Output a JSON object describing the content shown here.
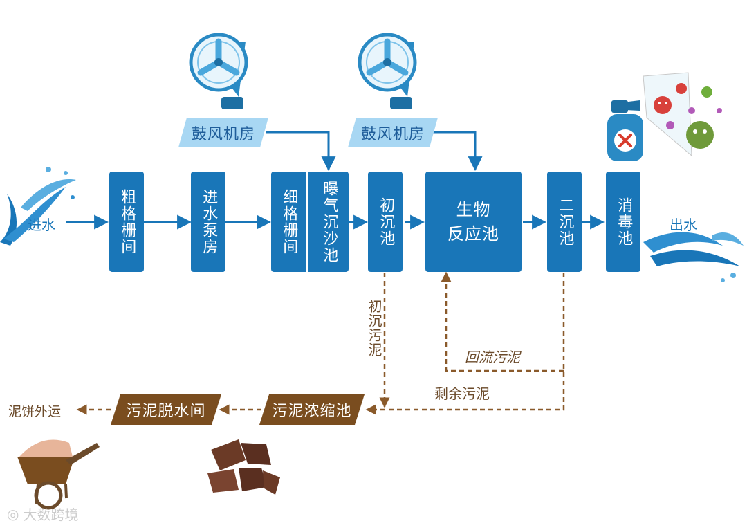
{
  "inlet_label": "进水",
  "outlet_label": "出水",
  "blower_rooms": [
    "鼓风机房",
    "鼓风机房"
  ],
  "process": {
    "coarse_screen": "粗格栅间",
    "pump_room": "进水泵房",
    "fine_screen": "细格栅间",
    "grit_chamber": "曝气沉沙池",
    "primary_clarifier": "初沉池",
    "bioreactor": [
      "生物",
      "反应池"
    ],
    "secondary_clarifier": "二沉池",
    "disinfection": "消毒池"
  },
  "sludge": {
    "primary_sludge": "初沉污泥",
    "return_sludge": "回流污泥",
    "excess_sludge": "剩余污泥",
    "thickener": "污泥浓缩池",
    "dewatering": "污泥脱水间",
    "cake_out": "泥饼外运"
  },
  "watermark": "大数跨境",
  "colors": {
    "process_blue": "#1976b8",
    "blower_light_blue": "#a8d7f3",
    "sludge_brown": "#7a4d1f",
    "dashed_brown": "#8a5a2b"
  }
}
